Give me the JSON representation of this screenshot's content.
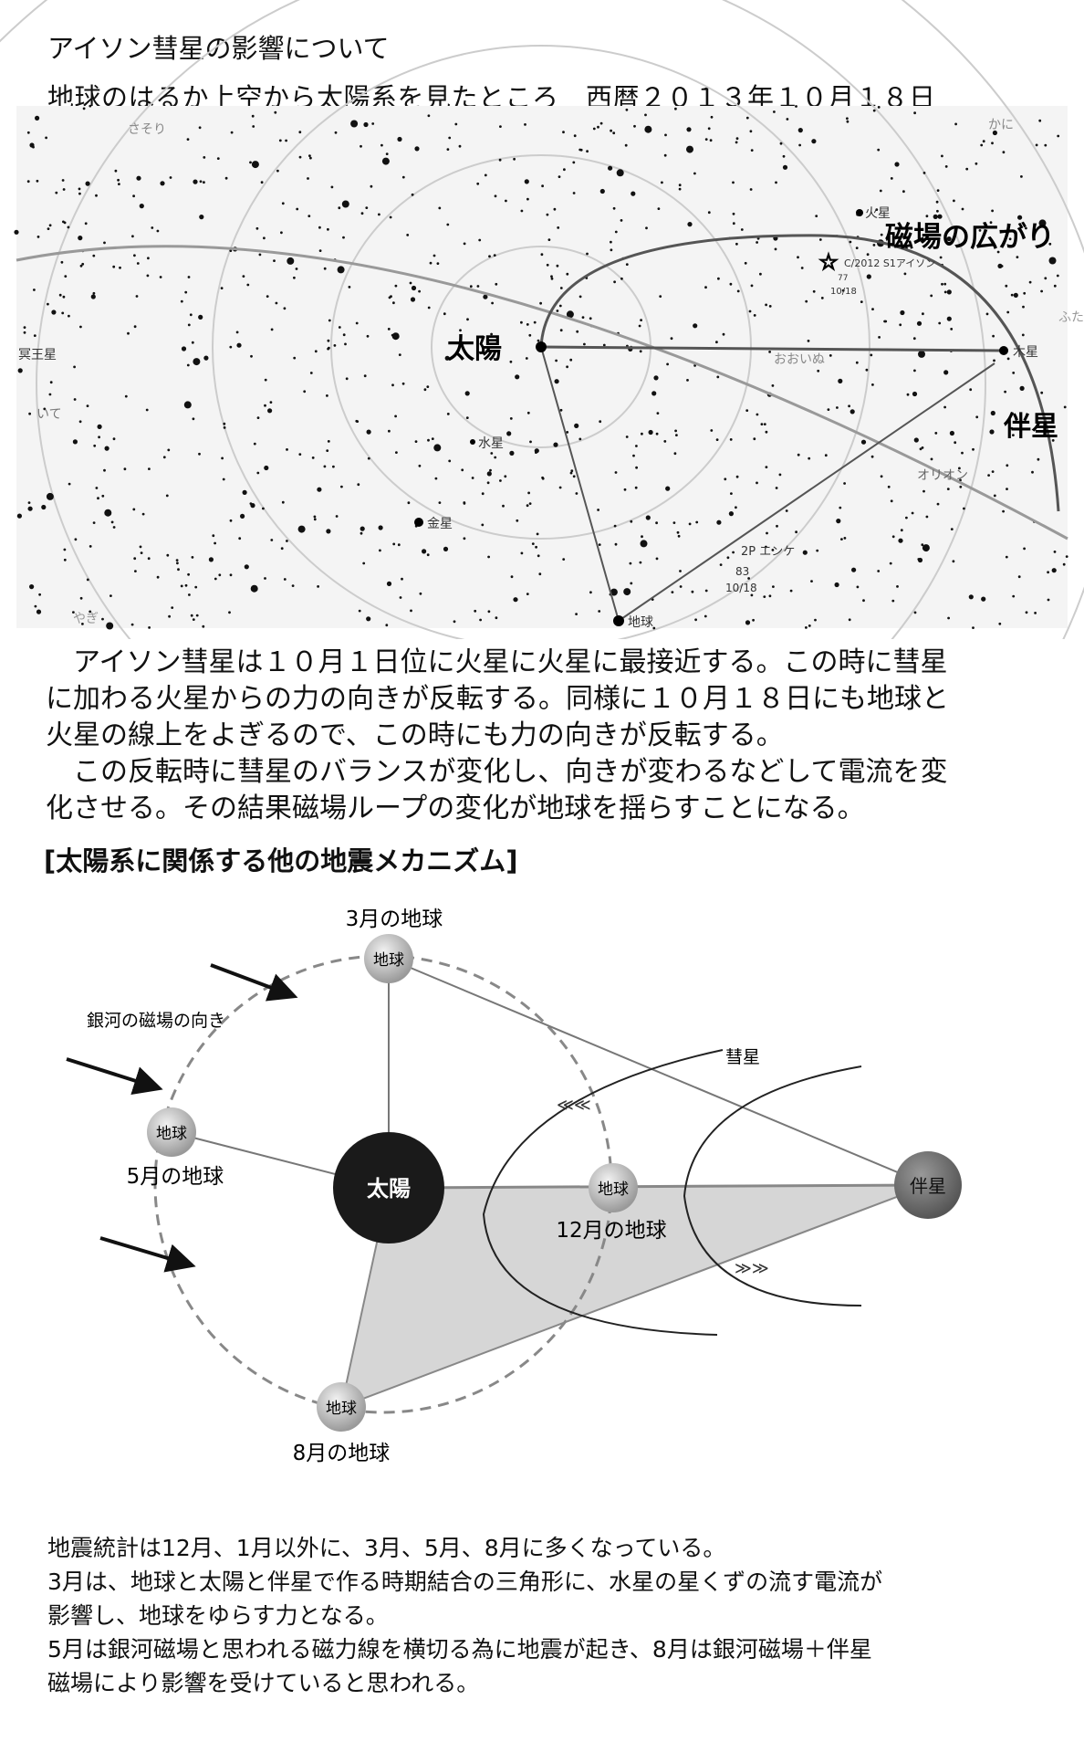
{
  "title": "アイソン彗星の影響について",
  "subtitle": "地球のはるか上空から太陽系を見たところ　西暦２０１３年１０月１８日",
  "star_chart": {
    "labels": {
      "sun": "太陽",
      "magnetic_field": "磁場の広がり",
      "companion": "伴星",
      "jupiter": "木星",
      "mars": "火星",
      "mercury": "水星",
      "venus": "金星",
      "earth": "地球",
      "pluto": "冥王星",
      "comet_ison": "C/2012 S1アイソン",
      "comet_ison_mag": "77",
      "comet_ison_date": "10/18",
      "encke": "2P エンケ",
      "encke_mag": "83",
      "encke_date": "10/18",
      "canis_major": "おおいぬ",
      "orion": "オリオン",
      "scorpius": "さそり",
      "cancer": "かに",
      "sagittarius": "いて",
      "capricorn": "やぎ",
      "edge_label": "ふた"
    }
  },
  "paragraph": [
    "　アイソン彗星は１０月１日位に火星に火星に最接近する。この時に彗星",
    "に加わる火星からの力の向きが反転する。同様に１０月１８日にも地球と",
    "火星の線上をよぎるので、この時にも力の向きが反転する。",
    "　この反転時に彗星のバランスが変化し、向きが変わるなどして電流を変",
    "化させる。その結果磁場ループの変化が地球を揺らすことになる。"
  ],
  "section_heading": "[太陽系に関係する他の地震メカニズム]",
  "diagram": {
    "sun": "太陽",
    "companion": "伴星",
    "earth": "地球",
    "comet": "彗星",
    "galactic_field": "銀河の磁場の向き",
    "march": "3月の地球",
    "may": "5月の地球",
    "august": "8月の地球",
    "december": "12月の地球"
  },
  "bottom_text": [
    "地震統計は12月、1月以外に、3月、5月、8月に多くなっている。",
    "3月は、地球と太陽と伴星で作る時期結合の三角形に、水星の星くずの流す電流が",
    "影響し、地球をゆらす力となる。",
    "5月は銀河磁場と思われる磁力線を横切る為に地震が起き、8月は銀河磁場＋伴星",
    "磁場により影響を受けていると思われる。"
  ]
}
